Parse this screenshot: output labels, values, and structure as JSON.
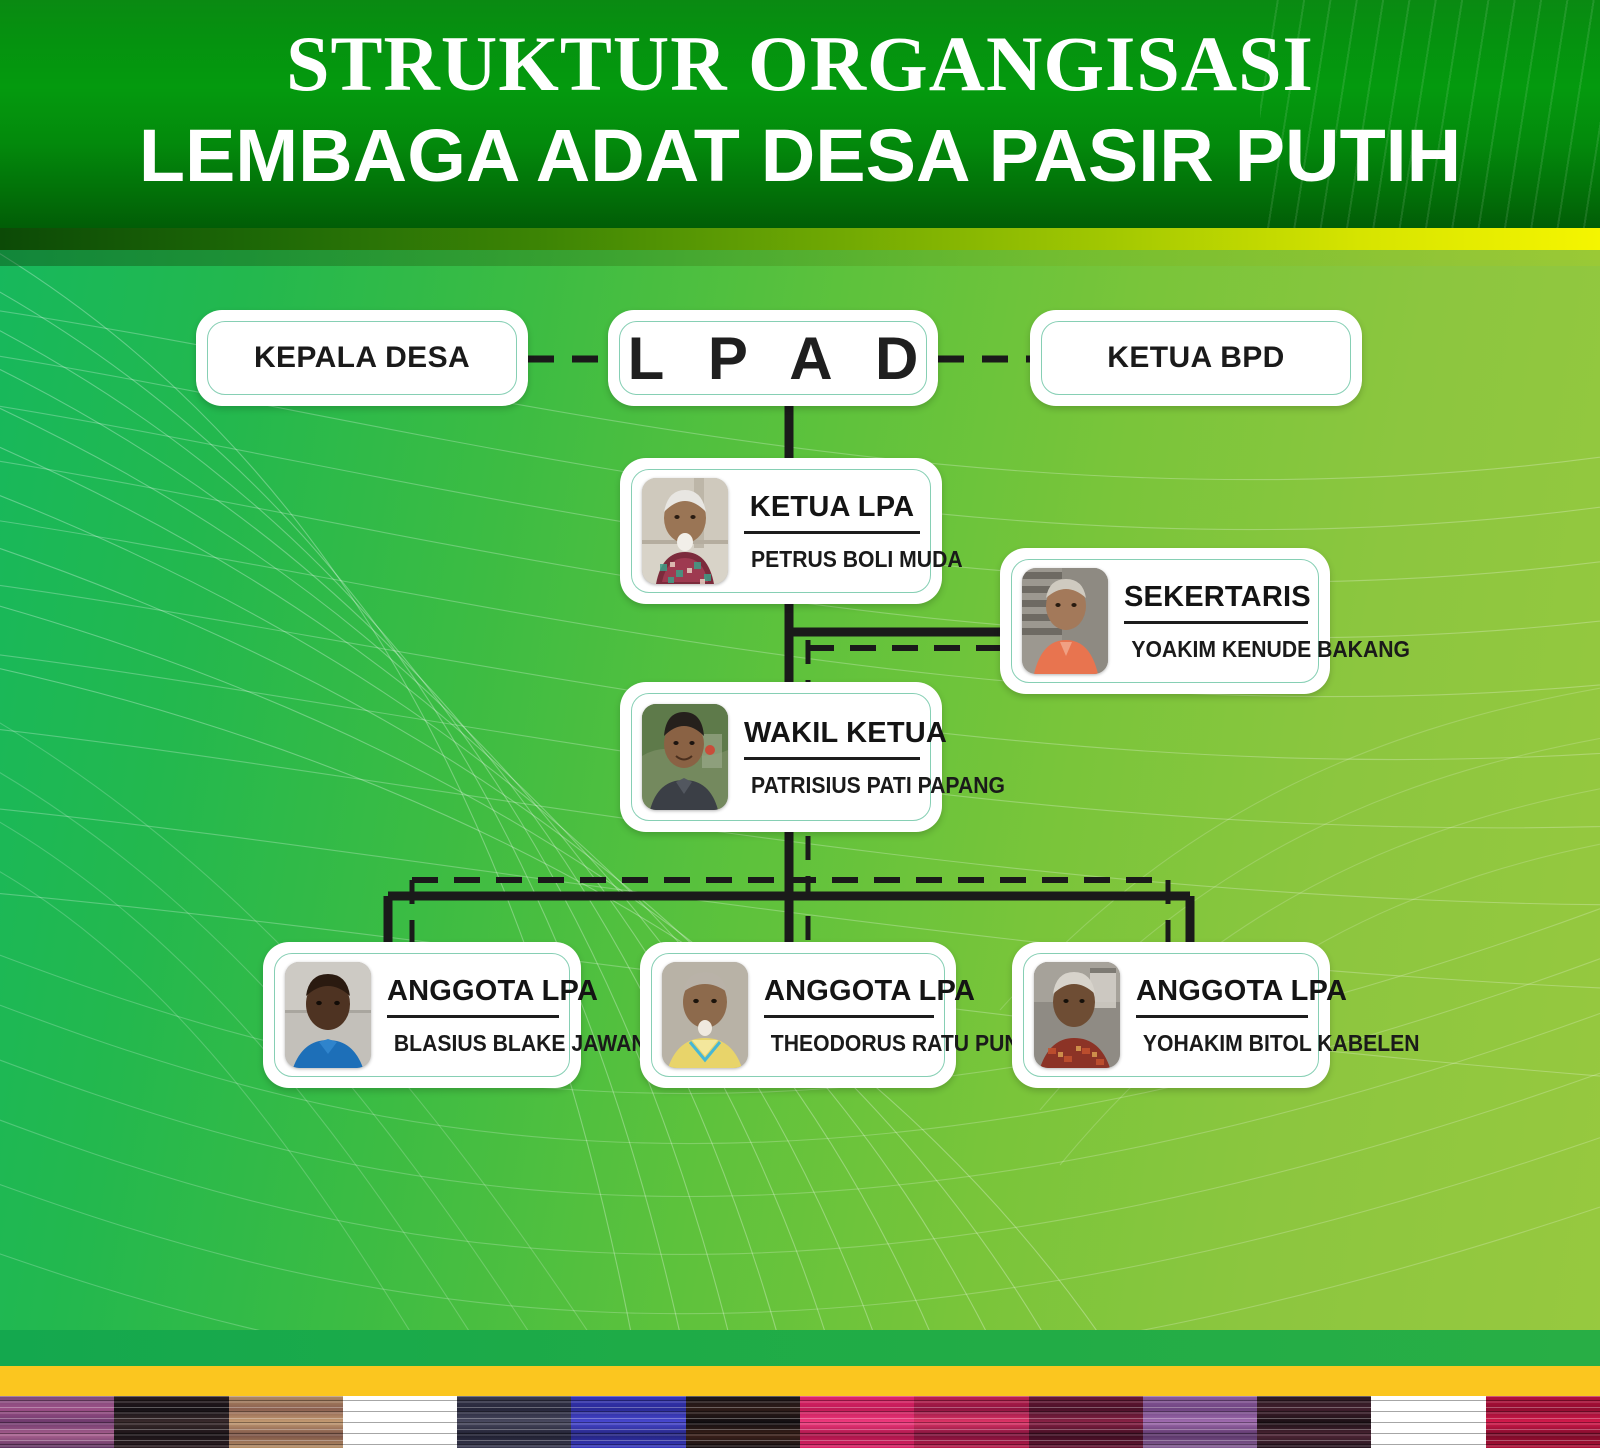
{
  "header": {
    "title_line1": "STRUKTUR ORGANGISASI",
    "title_line2": "LEMBAGA ADAT DESA PASIR PUTIH"
  },
  "chart": {
    "top_row": [
      {
        "label": "KEPALA DESA"
      },
      {
        "label": "L P A D"
      },
      {
        "label": "KETUA BPD"
      }
    ],
    "ketua": {
      "title": "KETUA LPA",
      "name": "PETRUS BOLI MUDA"
    },
    "sekertaris": {
      "title": "SEKERTARIS",
      "name": "YOAKIM KENUDE BAKANG"
    },
    "wakil": {
      "title": "WAKIL KETUA",
      "name": "PATRISIUS PATI PAPANG"
    },
    "anggota": [
      {
        "title": "ANGGOTA LPA",
        "name": "BLASIUS BLAKE JAWANG"
      },
      {
        "title": "ANGGOTA LPA",
        "name": "THEODORUS RATU PUNANG"
      },
      {
        "title": "ANGGOTA LPA",
        "name": "YOHAKIM BITOL KABELEN"
      }
    ]
  },
  "colors": {
    "header_green": "#049a0e",
    "band_yellow": "#f5f500",
    "stage_green_left": "#17b85c",
    "stage_green_right": "#97c93f",
    "footer_yellow": "#fbc61f",
    "card_white": "#ffffff",
    "card_inner_border": "#86cfb4",
    "connector_black": "#1a1a1a"
  }
}
